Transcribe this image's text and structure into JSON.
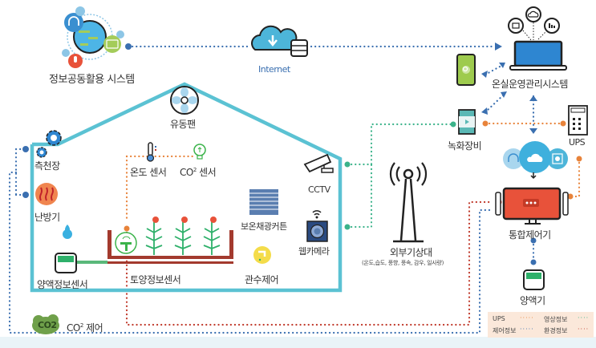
{
  "nodes": {
    "info_system": "정보공동활용 시스템",
    "internet": "Internet",
    "ops_system": "온실운영관리시스템",
    "fan": "유동팬",
    "side_window": "측천장",
    "heater": "난방기",
    "temp_sensor": "온도 센서",
    "co2_sensor_prefix": "CO",
    "co2_sensor_sup": "2",
    "co2_sensor_suffix": " 센서",
    "cctv": "CCTV",
    "webcam": "웹카메라",
    "curtain": "보온채광커튼",
    "irrigation": "관수제어",
    "nutrient_sensor": "양액정보센서",
    "soil_sensor": "토양정보센서",
    "co2_control_prefix": "CO",
    "co2_control_sup": "2",
    "co2_control_suffix": " 제어",
    "co2_badge": "CO2",
    "recorder": "녹화장비",
    "ups": "UPS",
    "controller": "통합제어기",
    "nutrient_supplier": "양액기",
    "weather_station": "외부기상대",
    "weather_items": "(온도,습도, 풍향, 풍속, 감우, 일사량)"
  },
  "legend": {
    "items": [
      {
        "label": "UPS",
        "color": "#e8833a"
      },
      {
        "label": "영상정보",
        "color": "#3bb38a"
      },
      {
        "label": "제어정보",
        "color": "#3a6fb0"
      },
      {
        "label": "환경정보",
        "color": "#c0392b"
      }
    ]
  },
  "colors": {
    "greenhouse_outline": "#5bc2d3",
    "ups_line": "#e8833a",
    "video_line": "#3bb38a",
    "control_line": "#3a6fb0",
    "env_line": "#c0392b",
    "controller_screen": "#e8523a",
    "legend_bg": "#fbe8da"
  }
}
